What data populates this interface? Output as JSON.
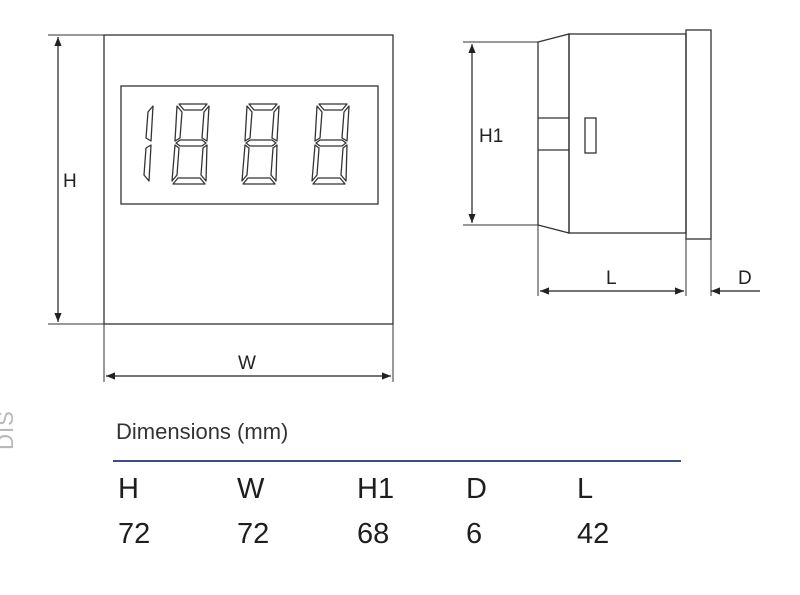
{
  "side_tag": "DIS",
  "front_view": {
    "height_label": "H",
    "width_label": "W",
    "display_digits": "1888"
  },
  "side_view": {
    "h1_label": "H1",
    "l_label": "L",
    "d_label": "D"
  },
  "table": {
    "title": "Dimensions (mm)",
    "rule_color": "#3a4f8a",
    "headers": [
      "H",
      "W",
      "H1",
      "D",
      "L"
    ],
    "values": [
      "72",
      "72",
      "68",
      "6",
      "42"
    ]
  }
}
